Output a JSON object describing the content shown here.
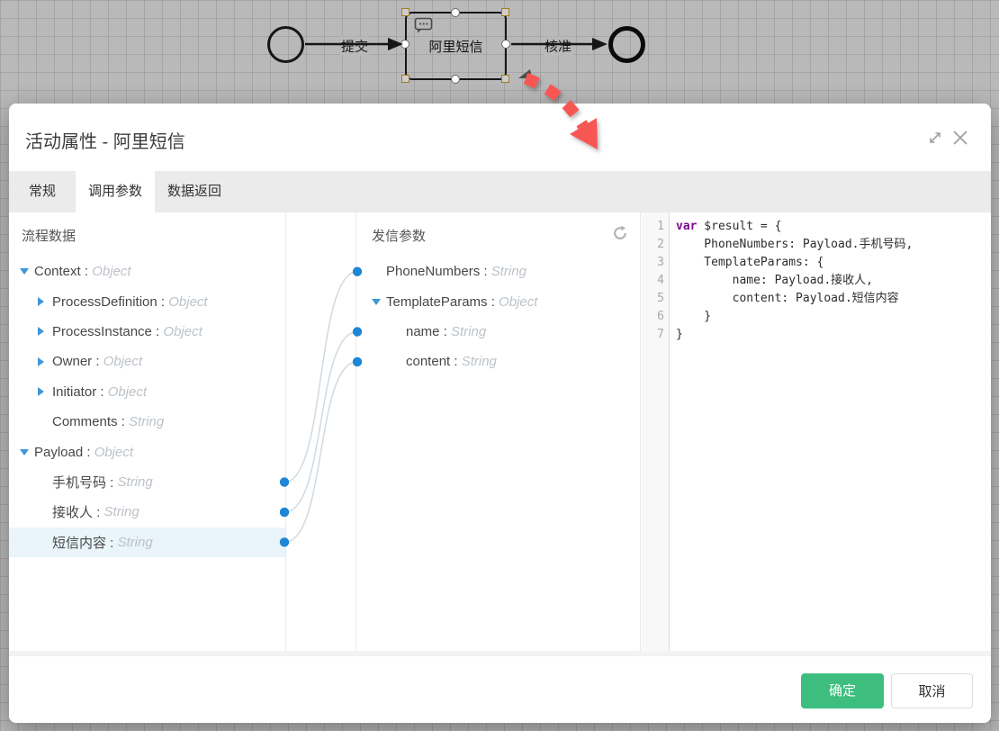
{
  "colors": {
    "canvas_bg": "#b9b9b9",
    "accent_blue": "#1d86d5",
    "triangle_blue": "#3f97d9",
    "selection_bg": "#e9f4fb",
    "curve": "#cfdae1",
    "ok_green": "#3dbd7e",
    "arrow_red": "#f85653",
    "keyword_purple": "#7a0b8f"
  },
  "canvas": {
    "submit_label": "提交",
    "approve_label": "核准",
    "task_label": "阿里短信"
  },
  "dialog": {
    "title": "活动属性 - 阿里短信",
    "tabs": [
      {
        "name": "tab-general",
        "label": "常规",
        "active": false
      },
      {
        "name": "tab-call-params",
        "label": "调用参数",
        "active": true
      },
      {
        "name": "tab-data-return",
        "label": "数据返回",
        "active": false
      }
    ],
    "type_separator": " : ",
    "left_panel": {
      "header": "流程数据",
      "nodes": [
        {
          "label": "Context",
          "type": "Object",
          "level": 0,
          "state": "open"
        },
        {
          "label": "ProcessDefinition",
          "type": "Object",
          "level": 1,
          "state": "closed"
        },
        {
          "label": "ProcessInstance",
          "type": "Object",
          "level": 1,
          "state": "closed"
        },
        {
          "label": "Owner",
          "type": "Object",
          "level": 1,
          "state": "closed"
        },
        {
          "label": "Initiator",
          "type": "Object",
          "level": 1,
          "state": "closed"
        },
        {
          "label": "Comments",
          "type": "String",
          "level": 1,
          "state": "none"
        },
        {
          "label": "Payload",
          "type": "Object",
          "level": 0,
          "state": "open"
        },
        {
          "label": "手机号码",
          "type": "String",
          "level": 1,
          "state": "none",
          "port": true
        },
        {
          "label": "接收人",
          "type": "String",
          "level": 1,
          "state": "none",
          "port": true
        },
        {
          "label": "短信内容",
          "type": "String",
          "level": 1,
          "state": "none",
          "port": true,
          "selected": true
        }
      ]
    },
    "right_panel": {
      "header": "发信参数",
      "nodes": [
        {
          "label": "PhoneNumbers",
          "type": "String",
          "level": 0,
          "state": "none",
          "port": true
        },
        {
          "label": "TemplateParams",
          "type": "Object",
          "level": 0,
          "state": "open"
        },
        {
          "label": "name",
          "type": "String",
          "level": 1,
          "state": "none",
          "port": true
        },
        {
          "label": "content",
          "type": "String",
          "level": 1,
          "state": "none",
          "port": true
        }
      ]
    },
    "mappings": [
      {
        "source": "手机号码",
        "target": "PhoneNumbers"
      },
      {
        "source": "接收人",
        "target": "name"
      },
      {
        "source": "短信内容",
        "target": "content"
      }
    ],
    "code": {
      "lines": [
        {
          "parts": [
            {
              "t": "var",
              "cls": "kw"
            },
            {
              "t": " $result = {"
            }
          ]
        },
        {
          "parts": [
            {
              "t": "    PhoneNumbers: Payload.手机号码,"
            }
          ]
        },
        {
          "parts": [
            {
              "t": "    TemplateParams: {"
            }
          ]
        },
        {
          "parts": [
            {
              "t": "        name: Payload.接收人,"
            }
          ]
        },
        {
          "parts": [
            {
              "t": "        content: Payload.短信内容"
            }
          ]
        },
        {
          "parts": [
            {
              "t": "    }"
            }
          ]
        },
        {
          "parts": [
            {
              "t": "}"
            }
          ]
        }
      ]
    },
    "footer": {
      "ok": "确定",
      "cancel": "取消"
    }
  }
}
